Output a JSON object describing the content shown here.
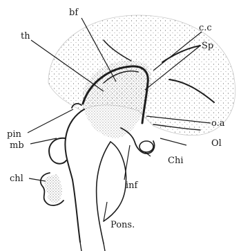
{
  "figure": {
    "labels": {
      "bf": "bf",
      "cc": "c.c",
      "th": "th",
      "sp": "Sp",
      "pin": "pin",
      "oa": "o.a",
      "mb": "mb",
      "ol": "Ol",
      "chi": "Chi",
      "chl": "chl",
      "inf": "inf",
      "pons": "Pons."
    }
  }
}
